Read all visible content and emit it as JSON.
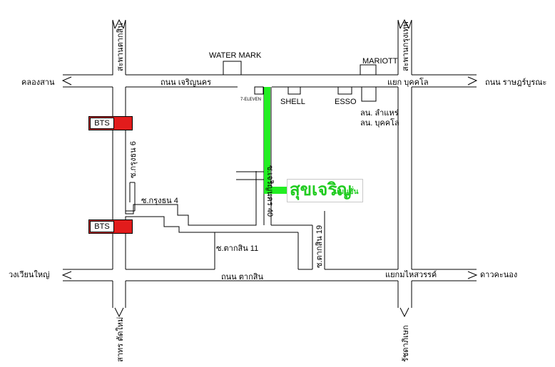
{
  "landmarks": {
    "water_mark": "WATER MARK",
    "mariott": "MARIOTT",
    "seven_eleven": "7-ELEVEN",
    "shell": "SHELL",
    "esso": "ESSO",
    "bts_upper": "BTS",
    "bts_lower": "BTS"
  },
  "roads": {
    "charoen_nakhon_rd": "ถนน เจริญนคร",
    "tak_sin_rd": "ถนน ตากสิน",
    "khlong_san": "คลองสาน",
    "ratchaburana_rd": "ถนน ราษฎร์บูรณะ",
    "wongwian_yai": "วงเวียนใหญ่",
    "dao_khanong": "ดาวคะนอง",
    "bukkhalo_junction": "แยก บุคคโล",
    "mahaisawan_junction": "แยกมไหสวรรค์",
    "lam_hae_line1": "ลน. ลำแหร่",
    "lam_hae_line2": "ลน. บุคคโล",
    "soi_charoen_nakhon_40": "ซ.เจริญนคร 40",
    "soi_krung_thon_6": "ซ.กรุงธน 6",
    "soi_krung_thon_4": "ซ.กรุงธน 4",
    "soi_tak_sin_11": "ซ.ตากสิน 11",
    "soi_tak_sin_19": "ซ.ตากสิน 19",
    "bridge_taksin_left": "สะพานตากสิน",
    "bridge_krungthep_right": "สะพานกรุงเทพ",
    "sathorn_tat_mai": "สาทร ตัดใหม่",
    "rat_kaen_yai": "รัชดาภิเษก"
  },
  "brand": {
    "name": "สุขเจริญ",
    "sub": "แมนชั่น"
  },
  "colors": {
    "road_line": "#000000",
    "soi_highlight": "#22ee22",
    "bts_red": "#e21c1c",
    "brand_green": "#22cc22"
  }
}
